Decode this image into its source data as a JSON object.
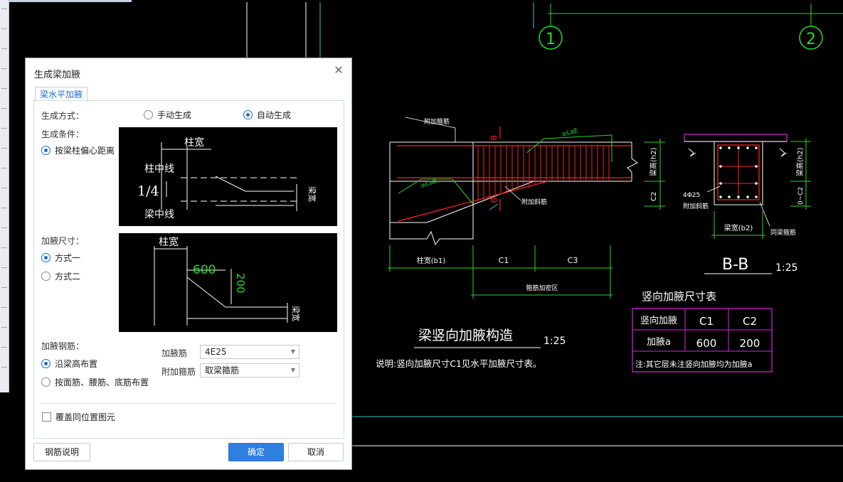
{
  "dialog": {
    "title": "生成梁加腋",
    "tab_label": "梁水平加腋",
    "gen_mode_label": "生成方式：",
    "gen_mode_manual": "手动生成",
    "gen_mode_auto": "自动生成",
    "condition_label": "生成条件：",
    "condition_option": "按梁柱偏心距离",
    "size_label": "加腋尺寸：",
    "size_option1": "方式一",
    "size_option2": "方式二",
    "rebar_label": "加腋钢筋：",
    "rebar_option1": "沿梁高布置",
    "rebar_option2": "按面筋、腰筋、底筋布置",
    "haunch_bar_label": "加腋筋",
    "haunch_bar_value": "4E25",
    "stirrup_label": "附加箍筋",
    "stirrup_value": "取梁箍筋",
    "overwrite_label": "覆盖同位置图元",
    "rebar_help_button": "钢筋说明",
    "ok_button": "确定",
    "cancel_button": "取消",
    "diagram1": {
      "col_width": "柱宽",
      "col_center": "柱中线",
      "beam_center": "梁中线",
      "quarter": "1/4",
      "beam_width": "梁宽"
    },
    "diagram2": {
      "col_width": "柱宽",
      "c1": "600",
      "c2": "200",
      "beam_width": "梁宽"
    }
  },
  "drawing": {
    "axis_1": "1",
    "axis_2": "2",
    "section_b": "B",
    "extra_stirrup": "附加箍筋",
    "extra_bar": "附加斜筋",
    "lae": "≥LaE",
    "beam_height": "梁高(h2)",
    "c2": "C2",
    "col_width_b1": "柱宽(b1)",
    "c1": "C1",
    "c3": "C3",
    "dense_zone": "箍筋加密区",
    "title": "梁竖向加腋构造",
    "scale1": "1:25",
    "note": "说明:竖向加腋尺寸C1见水平加腋尺寸表。",
    "section_rebar": "4Φ25",
    "section_extra_bar": "附加斜筋",
    "section_beam_width": "梁宽(b2)",
    "section_stirrup": "同梁箍筋",
    "section_c2_label": "0~C2",
    "section_name": "B-B",
    "scale2": "1:25",
    "table_title": "竖向加腋尺寸表",
    "table_headers": [
      "竖向加腋",
      "C1",
      "C2"
    ],
    "table_row": [
      "加腋a",
      "600",
      "200"
    ],
    "table_note": "注:其它层未注竖向加腋均为加腋a"
  },
  "colors": {
    "accent": "#2d7fe0",
    "cad_green": "#22dd22",
    "cad_red": "#ff2020",
    "cad_magenta": "#e020e0",
    "cad_cyan": "#30c8d8"
  }
}
